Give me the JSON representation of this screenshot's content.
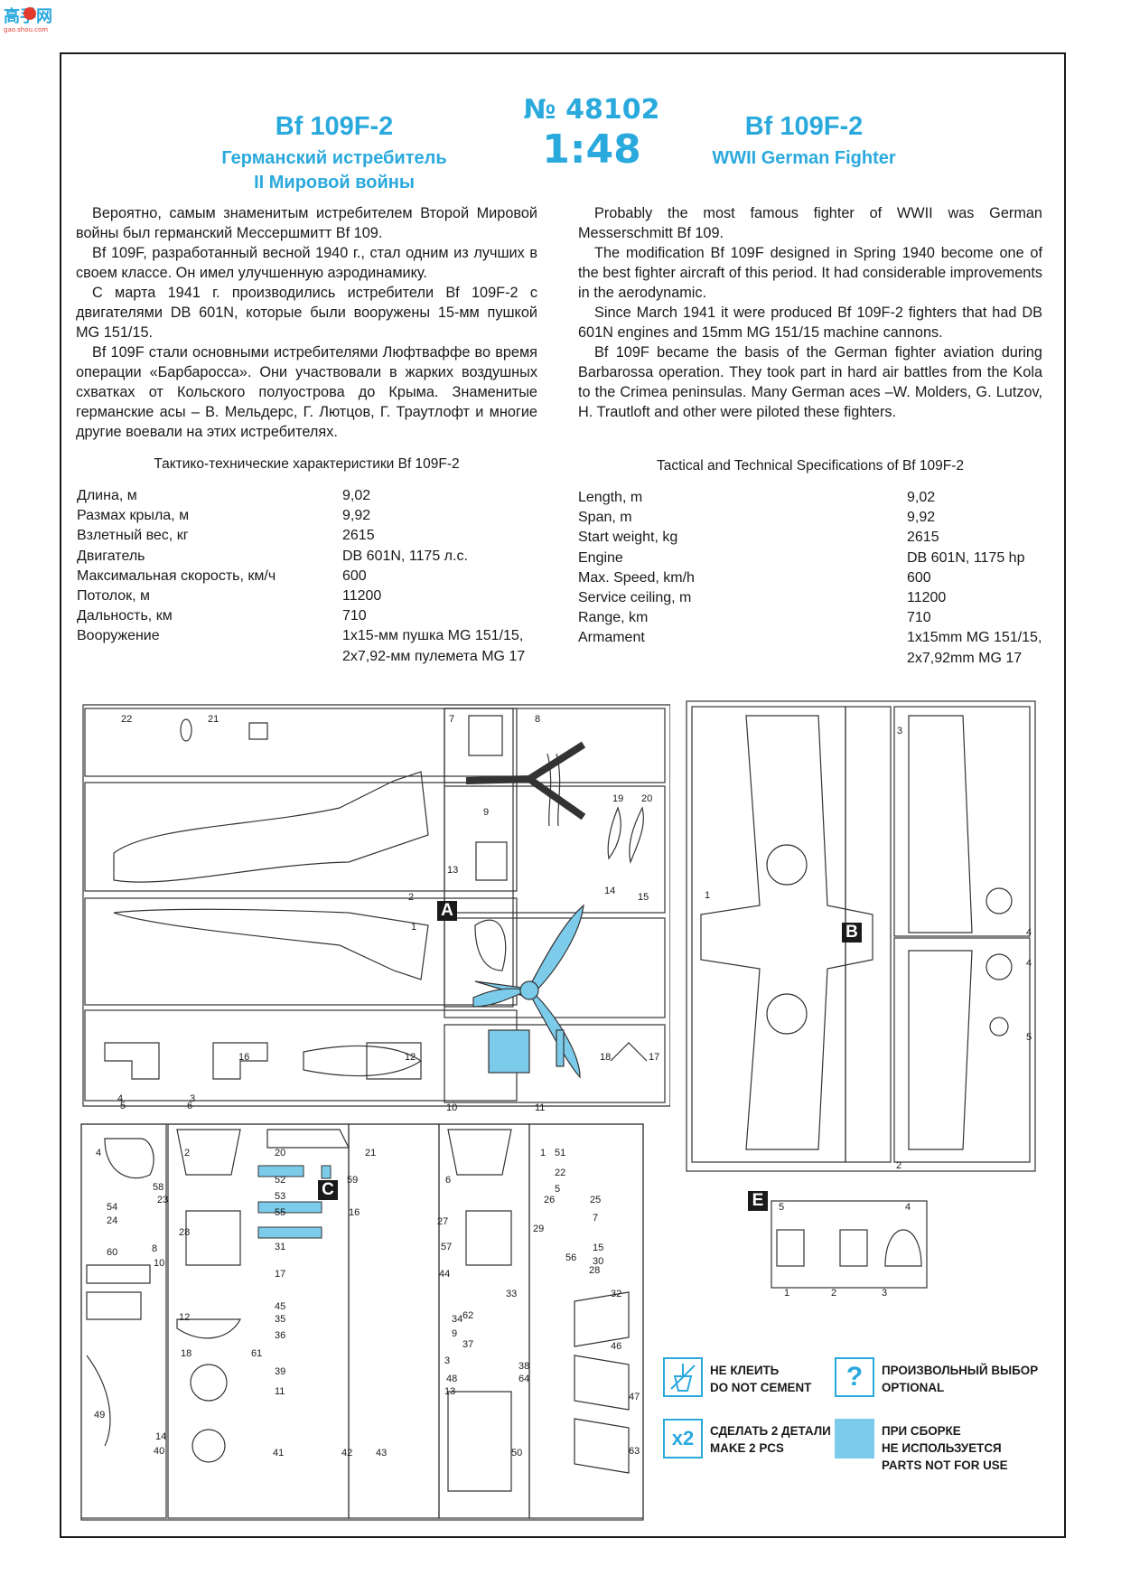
{
  "logo": {
    "text": "高手网",
    "url_text": "gao.shou.com"
  },
  "header": {
    "ru_model": "Bf 109F-2",
    "ru_subtitle_1": "Германский истребитель",
    "ru_subtitle_2": "II Мировой войны",
    "catalog_number": "№ 48102",
    "scale": "1:48",
    "en_model": "Bf 109F-2",
    "en_subtitle": "WWII German Fighter"
  },
  "ru_text": {
    "p1": "Вероятно, самым знаменитым истребителем Второй Мировой войны был германский Мессершмитт Bf 109.",
    "p2": "Bf 109F, разработанный весной 1940 г., стал одним из лучших в своем классе. Он имел улучшенную аэродинамику.",
    "p3": "С марта 1941 г. производились истребители Bf 109F-2 с двигателями DB 601N, которые были вооружены 15-мм пушкой MG 151/15.",
    "p4": "Bf 109F стали основными истребителями Люфтваффе во время операции «Барбаросса». Они участвовали в жарких воздушных схватках от Кольского полуострова до Крыма. Знаменитые германские асы – В. Мельдерс, Г. Лютцов, Г. Траутлофт и многие другие воевали на этих истребителях."
  },
  "en_text": {
    "p1": "Probably the most famous fighter of WWII was German Messerschmitt Bf 109.",
    "p2": "The modification Bf 109F designed in Spring 1940 become one of the best fighter aircraft of this period. It had considerable improvements in the aerodynamic.",
    "p3": "Since March 1941 it were produced Bf 109F-2 fighters that had DB 601N engines and 15mm MG 151/15 machine cannons.",
    "p4": "Bf 109F became the basis of the German fighter aviation during Barbarossa operation. They took part in hard air battles from the Kola to the Crimea peninsulas. Many German aces –W. Molders, G. Lutzov, H. Trautloft and other were piloted these fighters."
  },
  "ru_specs": {
    "title": "Тактико-технические характеристики Bf 109F-2",
    "rows": [
      [
        "Длина, м",
        "9,02"
      ],
      [
        "Размах крыла, м",
        "9,92"
      ],
      [
        "Взлетный вес, кг",
        "2615"
      ],
      [
        "Двигатель",
        "DB 601N, 1175 л.с."
      ],
      [
        "Максимальная скорость, км/ч",
        "600"
      ],
      [
        "Потолок, м",
        "11200"
      ],
      [
        "Дальность, км",
        "710"
      ],
      [
        "Вооружение",
        "1x15-мм пушка MG 151/15,"
      ],
      [
        "",
        "2x7,92-мм пулемета MG 17"
      ]
    ]
  },
  "en_specs": {
    "title": "Tactical and Technical Specifications of Bf 109F-2",
    "rows": [
      [
        "Length, m",
        "9,02"
      ],
      [
        "Span, m",
        "9,92"
      ],
      [
        "Start weight, kg",
        "2615"
      ],
      [
        "Engine",
        "DB 601N, 1175 hp"
      ],
      [
        "Max. Speed, km/h",
        "600"
      ],
      [
        "Service ceiling, m",
        "11200"
      ],
      [
        "Range, km",
        "710"
      ],
      [
        "Armament",
        "1x15mm MG 151/15,"
      ],
      [
        "",
        "2x7,92mm MG 17"
      ]
    ]
  },
  "sprues": {
    "A": {
      "letter": "A",
      "numbers": [
        "22",
        "21",
        "7",
        "8",
        "19",
        "20",
        "9",
        "13",
        "14",
        "15",
        "2",
        "1",
        "16",
        "12",
        "4",
        "3",
        "5",
        "6",
        "18",
        "17",
        "10",
        "11"
      ]
    },
    "B": {
      "letter": "B",
      "numbers": [
        "3",
        "1",
        "4",
        "4",
        "5",
        "2"
      ]
    },
    "C": {
      "letter": "C",
      "numbers": [
        "4",
        "2",
        "20",
        "21",
        "1",
        "51",
        "58",
        "52",
        "6",
        "22",
        "23",
        "53",
        "59",
        "5",
        "25",
        "26",
        "54",
        "55",
        "16",
        "24",
        "27",
        "7",
        "28",
        "29",
        "31",
        "57",
        "15",
        "8",
        "56",
        "60",
        "30",
        "28",
        "10",
        "17",
        "44",
        "45",
        "62",
        "33",
        "32",
        "12",
        "35",
        "34",
        "9",
        "36",
        "37",
        "46",
        "61",
        "3",
        "18",
        "38",
        "39",
        "48",
        "64",
        "47",
        "49",
        "11",
        "13",
        "14",
        "40",
        "41",
        "42",
        "43",
        "50",
        "63"
      ]
    },
    "E": {
      "letter": "E",
      "numbers": [
        "5",
        "4",
        "1",
        "2",
        "3"
      ]
    }
  },
  "legend": {
    "do_not_cement_ru": "НЕ КЛЕИТЬ",
    "do_not_cement_en": "DO NOT CEMENT",
    "optional_ru": "ПРОИЗВОЛЬНЫЙ ВЫБОР",
    "optional_en": "OPTIONAL",
    "optional_symbol": "?",
    "make2_symbol": "x2",
    "make2_ru": "СДЕЛАТЬ 2 ДЕТАЛИ",
    "make2_en": "MAKE 2 PCS",
    "not_use_ru_1": "ПРИ СБОРКЕ",
    "not_use_ru_2": "НЕ ИСПОЛЬЗУЕТСЯ",
    "not_use_en": "PARTS NOT FOR USE"
  },
  "colors": {
    "accent": "#2aa9dd",
    "highlight_fill": "#7ccbea",
    "ink": "#1a1a1a"
  }
}
